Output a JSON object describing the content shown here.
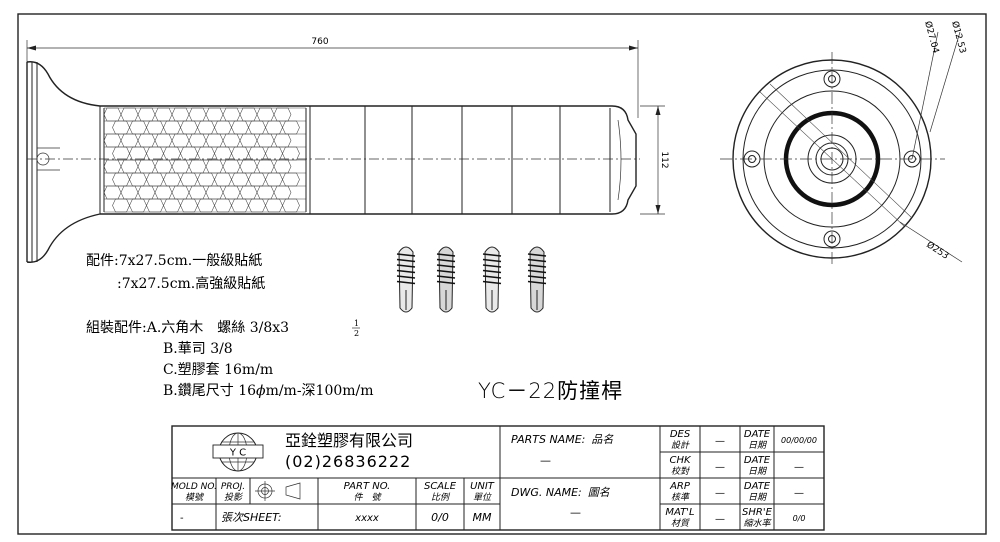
{
  "dimensions": {
    "length": "760",
    "height": "112",
    "d_outer": "Ø253",
    "d_hole": "Ø12.53",
    "d_inner": "Ø27.04"
  },
  "accessories": {
    "line1": "配件:7x27.5cm.一般級貼紙",
    "line2": ":7x27.5cm.高強級貼紙"
  },
  "assembly": {
    "line1": "組裝配件:A.六角木　螺絲 3/8x3",
    "frac_num": "1",
    "frac_den": "2",
    "line2": "B.華司 3/8",
    "line3": "C.塑膠套 16m/m",
    "line4": "B.鑽尾尺寸 16",
    "line4_sym": "ϕ",
    "line4_end": "m/m-深100m/m"
  },
  "product_title": "YC－22防撞桿",
  "title_block": {
    "company_name": "亞銓塑膠有限公司",
    "company_phone": "(02)26836222",
    "logo_text": "Y C",
    "parts_name_label": "PARTS NAME:",
    "parts_name_label_cn": "品名",
    "parts_name_value": "—",
    "dwg_name_label": "DWG. NAME:",
    "dwg_name_label_cn": "圖名",
    "dwg_name_value": "—",
    "mold_no_label": "MOLD NO.",
    "mold_no_label_cn": "模號",
    "proj_label": "PROJ.",
    "proj_label_cn": "投影",
    "part_no_label": "PART NO.",
    "part_no_label_cn": "件　號",
    "scale_label": "SCALE",
    "scale_label_cn": "比例",
    "unit_label": "UNIT",
    "unit_label_cn": "單位",
    "mold_no_value": "-",
    "sheet_label": "張次SHEET:",
    "part_no_value": "xxxx",
    "scale_value": "0/0",
    "unit_value": "MM",
    "des_label": "DES",
    "des_label_cn": "設計",
    "des_value": "—",
    "chk_label": "CHK",
    "chk_label_cn": "校對",
    "chk_value": "—",
    "arp_label": "ARP",
    "arp_label_cn": "核準",
    "arp_value": "—",
    "matl_label": "MAT'L",
    "matl_label_cn": "材質",
    "matl_value": "—",
    "date_label": "DATE",
    "date_label_cn": "日期",
    "date1_value": "00/00/00",
    "date2_value": "—",
    "date3_value": "—",
    "shre_label": "SHR'E",
    "shre_label_cn": "縮水率",
    "shre_value": "0/0"
  }
}
